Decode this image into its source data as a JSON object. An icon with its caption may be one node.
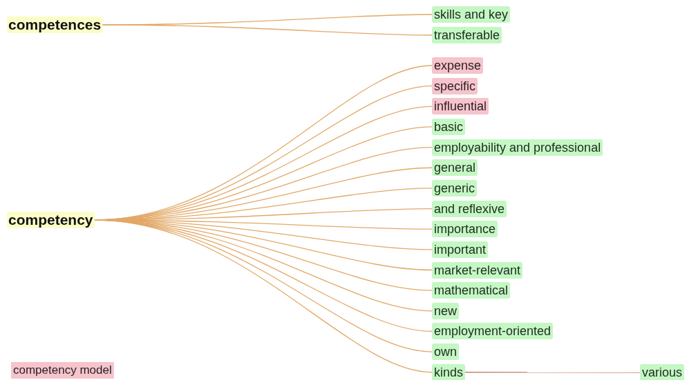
{
  "diagram": {
    "nodes": [
      {
        "text": [
          "competences"
        ]
      },
      {
        "text": [
          "skills and key"
        ]
      },
      {
        "text": [
          "transferable"
        ]
      },
      {
        "text": [
          "competency"
        ]
      },
      {
        "text": [
          "expense"
        ]
      },
      {
        "text": [
          "specific"
        ]
      },
      {
        "text": [
          "influential"
        ]
      },
      {
        "text": [
          "basic"
        ]
      },
      {
        "text": [
          "employability and professional"
        ]
      },
      {
        "text": [
          "general"
        ]
      },
      {
        "text": [
          "generic"
        ]
      },
      {
        "text": [
          "and reflexive"
        ]
      },
      {
        "text": [
          "importance"
        ]
      },
      {
        "text": [
          "important"
        ]
      },
      {
        "text": [
          "market-relevant"
        ]
      },
      {
        "text": [
          "mathematical"
        ]
      },
      {
        "text": [
          "new"
        ]
      },
      {
        "text": [
          "employment-oriented"
        ]
      },
      {
        "text": [
          "own"
        ]
      },
      {
        "text": [
          "kinds"
        ]
      },
      {
        "text": [
          "various"
        ]
      },
      {
        "text": [
          "competency model"
        ]
      }
    ],
    "edges": [
      {
        "from": 0,
        "to": 1,
        "arrow": "none"
      },
      {
        "from": 0,
        "to": 2,
        "arrow": "none"
      },
      {
        "from": 3,
        "to": 4,
        "arrow": "none"
      },
      {
        "from": 3,
        "to": 5,
        "arrow": "none"
      },
      {
        "from": 3,
        "to": 6,
        "arrow": "none"
      },
      {
        "from": 3,
        "to": 7,
        "arrow": "none"
      },
      {
        "from": 3,
        "to": 8,
        "arrow": "none"
      },
      {
        "from": 3,
        "to": 9,
        "arrow": "none"
      },
      {
        "from": 3,
        "to": 10,
        "arrow": "none"
      },
      {
        "from": 3,
        "to": 11,
        "arrow": "none"
      },
      {
        "from": 3,
        "to": 12,
        "arrow": "none"
      },
      {
        "from": 3,
        "to": 13,
        "arrow": "none"
      },
      {
        "from": 3,
        "to": 14,
        "arrow": "none"
      },
      {
        "from": 3,
        "to": 15,
        "arrow": "none"
      },
      {
        "from": 3,
        "to": 16,
        "arrow": "none"
      },
      {
        "from": 3,
        "to": 17,
        "arrow": "none"
      },
      {
        "from": 3,
        "to": 18,
        "arrow": "none"
      },
      {
        "from": 3,
        "to": 19,
        "arrow": "none"
      },
      {
        "from": 19,
        "to": 20,
        "arrow": "none",
        "color": "#c4806a"
      }
    ]
  }
}
